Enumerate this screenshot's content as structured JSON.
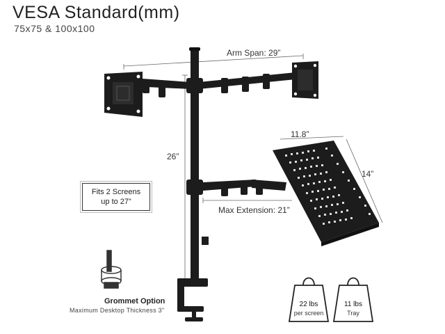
{
  "title": "VESA Standard(mm)",
  "subtitle": "75x75 & 100x100",
  "arm_span": "Arm Span: 29”",
  "height": "26”",
  "tray_width": "11.8”",
  "tray_depth": "14”",
  "max_extension": "Max Extension: 21”",
  "fits": {
    "line1": "Fits 2 Screens",
    "line2": "up to 27”"
  },
  "grommet": {
    "title": "Grommet Option",
    "subtitle": "Maximum Desktop Thickness 3”"
  },
  "weights": [
    {
      "value": "22 lbs",
      "label": "per screen"
    },
    {
      "value": "11 lbs",
      "label": "Tray"
    }
  ],
  "colors": {
    "metal": "#1c1c1c",
    "dim_line": "#555555",
    "background": "#ffffff"
  }
}
